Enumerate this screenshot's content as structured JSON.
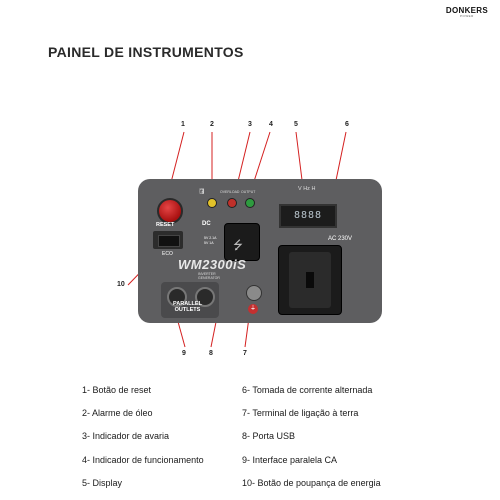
{
  "brand": {
    "name": "DONKERS",
    "sub": "POWER"
  },
  "title": "PAINEL DE INSTRUMENTOS",
  "callouts": [
    "1",
    "2",
    "3",
    "4",
    "5",
    "6",
    "7",
    "8",
    "9",
    "10"
  ],
  "panel": {
    "reset_label": "RESET",
    "eco_label": "ECO",
    "dc_label": "DC",
    "usb_spec": [
      "5V 2.1A",
      "5V 1A"
    ],
    "display_label": "V Hz H",
    "display_value": "8888",
    "ac_label": "AC 230V",
    "model": "WM2300iS",
    "model_sub": [
      "INVERTER",
      "GENERATOR"
    ],
    "parallel_label": [
      "PARALLEL",
      "OUTLETS"
    ],
    "led_labels": [
      "OVERLOAD",
      "OUTPUT"
    ]
  },
  "legend_left": [
    "1- Botão de reset",
    "2- Alarme de óleo",
    "3- Indicador de avaria",
    "4- Indicador de funcionamento",
    "5- Display"
  ],
  "legend_right": [
    "6- Tomada de corrente alternada",
    "7- Terminal de ligação à terra",
    "8- Porta USB",
    "9- Interface paralela CA",
    "10- Botão de poupança de energia"
  ],
  "colors": {
    "panel": "#5e5e60",
    "callout_line": "#d42020"
  }
}
